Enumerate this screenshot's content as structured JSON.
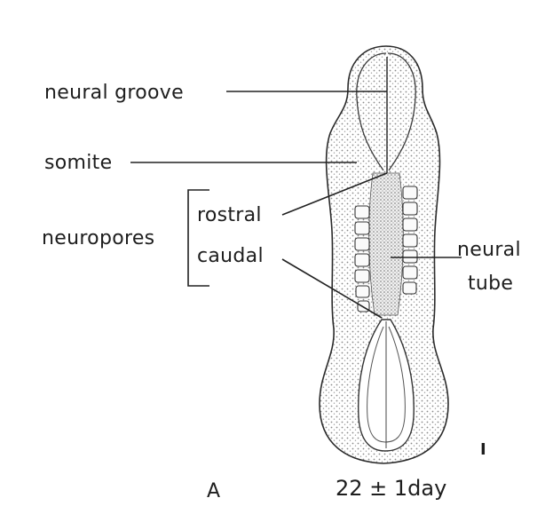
{
  "figure": {
    "panel_letter": "A",
    "age_caption": "22 ± 1day",
    "scale_mark": "I"
  },
  "labels": {
    "neural_groove": "neural groove",
    "somite": "somite",
    "neuropores": "neuropores",
    "rostral": "rostral",
    "caudal": "caudal",
    "neural": "neural",
    "tube": "tube"
  },
  "colors": {
    "ink": "#1e1e1e",
    "stipple": "#8a8a8a",
    "paper": "#ffffff"
  }
}
